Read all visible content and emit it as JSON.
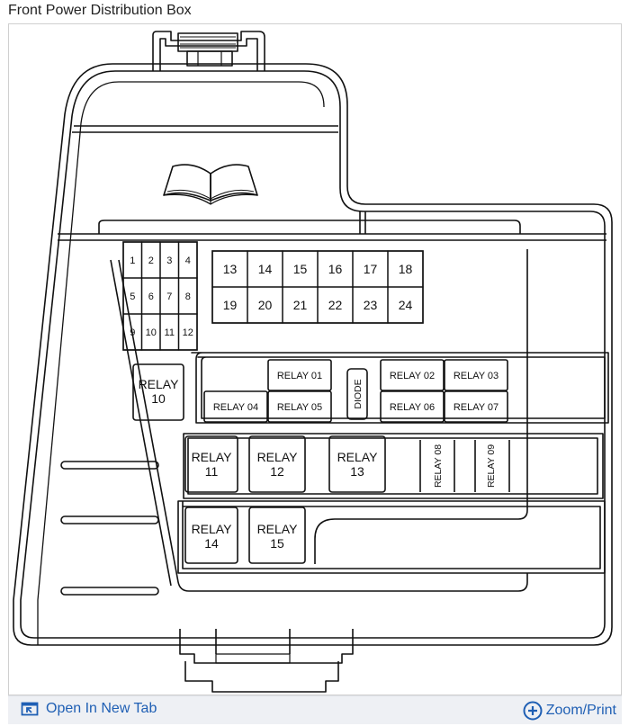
{
  "title": "Front Power Distribution Box",
  "footer": {
    "open_new_tab": "Open In New Tab",
    "zoom_print": "Zoom/Print"
  },
  "diagram": {
    "small_fuses": [
      "1",
      "2",
      "3",
      "4",
      "5",
      "6",
      "7",
      "8",
      "9",
      "10",
      "11",
      "12"
    ],
    "large_fuses": [
      "13",
      "14",
      "15",
      "16",
      "17",
      "18",
      "19",
      "20",
      "21",
      "22",
      "23",
      "24"
    ],
    "relays_small": [
      "RELAY 01",
      "RELAY 02",
      "RELAY 03",
      "RELAY 04",
      "RELAY 05",
      "RELAY 06",
      "RELAY 07"
    ],
    "diode": "DIODE",
    "relays_vertical": [
      "RELAY 08",
      "RELAY 09"
    ],
    "relay_word": "RELAY",
    "relays_large": [
      "10",
      "11",
      "12",
      "13",
      "14",
      "15"
    ]
  },
  "colors": {
    "link": "#1f5fb4",
    "outline": "#111111"
  },
  "icons": {
    "manual": "book-info-icon",
    "open_tab": "open-tab-icon",
    "zoom": "zoom-plus-icon"
  }
}
